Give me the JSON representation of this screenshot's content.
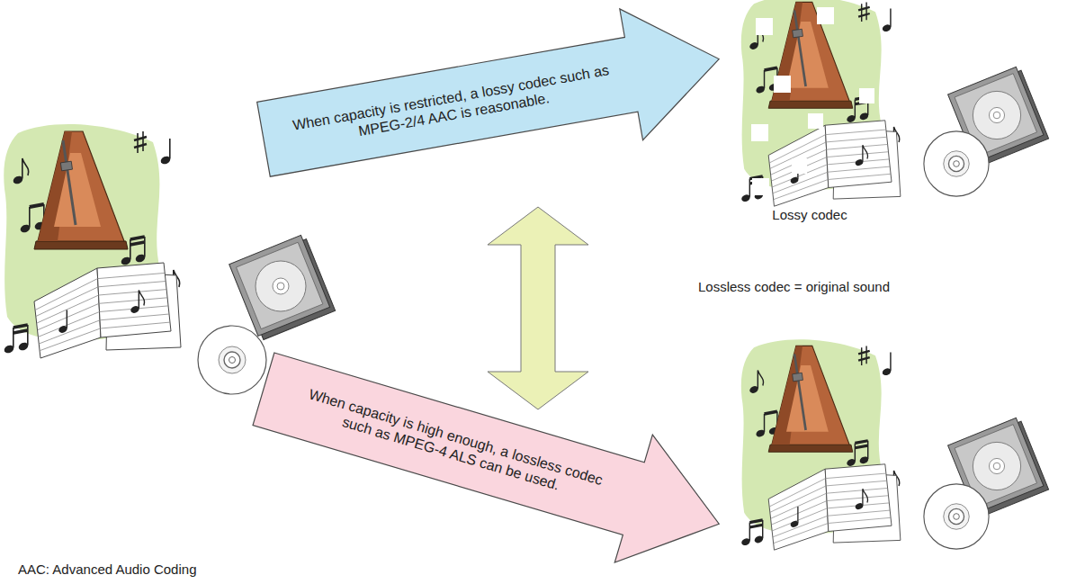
{
  "diagram": {
    "nodes": [
      {
        "text": [
          "When capacity is restricted, a lossy codec such as MPEG-2/4 AAC is reasonable."
        ]
      },
      {
        "text": [
          "When capacity is high enough, a lossless codec such as MPEG-4 ALS can be used."
        ]
      }
    ],
    "labels": [
      "Lossy codec",
      "Lossless codec = original sound",
      "AAC: Advanced Audio Coding"
    ]
  }
}
